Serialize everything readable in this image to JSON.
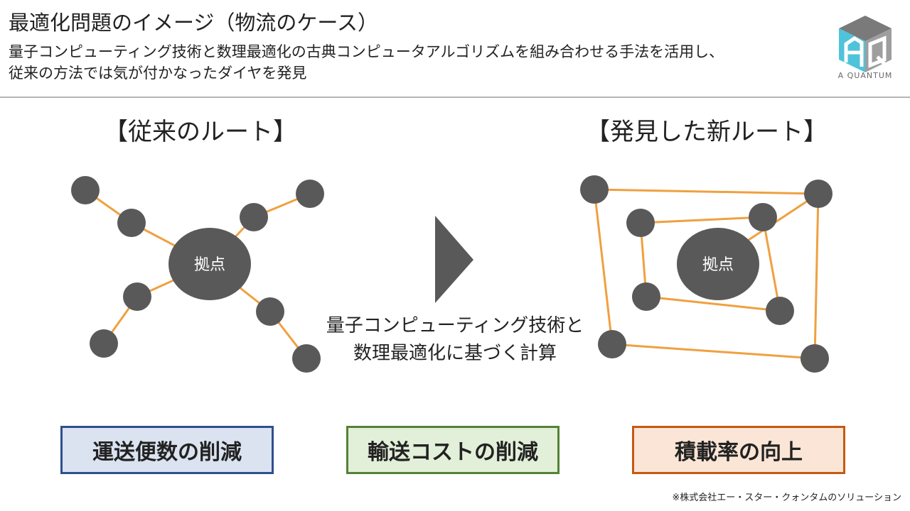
{
  "header": {
    "title": "最適化問題のイメージ（物流のケース）",
    "subtitle_line1": "量子コンピューティング技術と数理最適化の古典コンピュータアルゴリズムを組み合わせる手法を活用し、",
    "subtitle_line2": "従来の方法では気が付かなったダイヤを発見"
  },
  "logo": {
    "text": "A QUANTUM",
    "icon": "aq-cube-logo"
  },
  "left_diagram": {
    "title": "【従来のルート】",
    "hub_label": "拠点"
  },
  "right_diagram": {
    "title": "【発見した新ルート】",
    "hub_label": "拠点"
  },
  "center": {
    "arrow_icon": "play-triangle-icon",
    "text_line1": "量子コンピューティング技術と",
    "text_line2": "数理最適化に基づく計算"
  },
  "results": [
    {
      "label": "運送便数の削減",
      "border": "#2f4f8f",
      "fill": "#dbe3f1"
    },
    {
      "label": "輸送コストの削減",
      "border": "#548235",
      "fill": "#e2efd9"
    },
    {
      "label": "積載率の向上",
      "border": "#c55a11",
      "fill": "#fbe5d6"
    }
  ],
  "colors": {
    "node": "#595959",
    "edge": "#f0a040",
    "hub_text": "#ffffff"
  },
  "footnote": "※株式会社エー・スター・クォンタムのソリューション"
}
